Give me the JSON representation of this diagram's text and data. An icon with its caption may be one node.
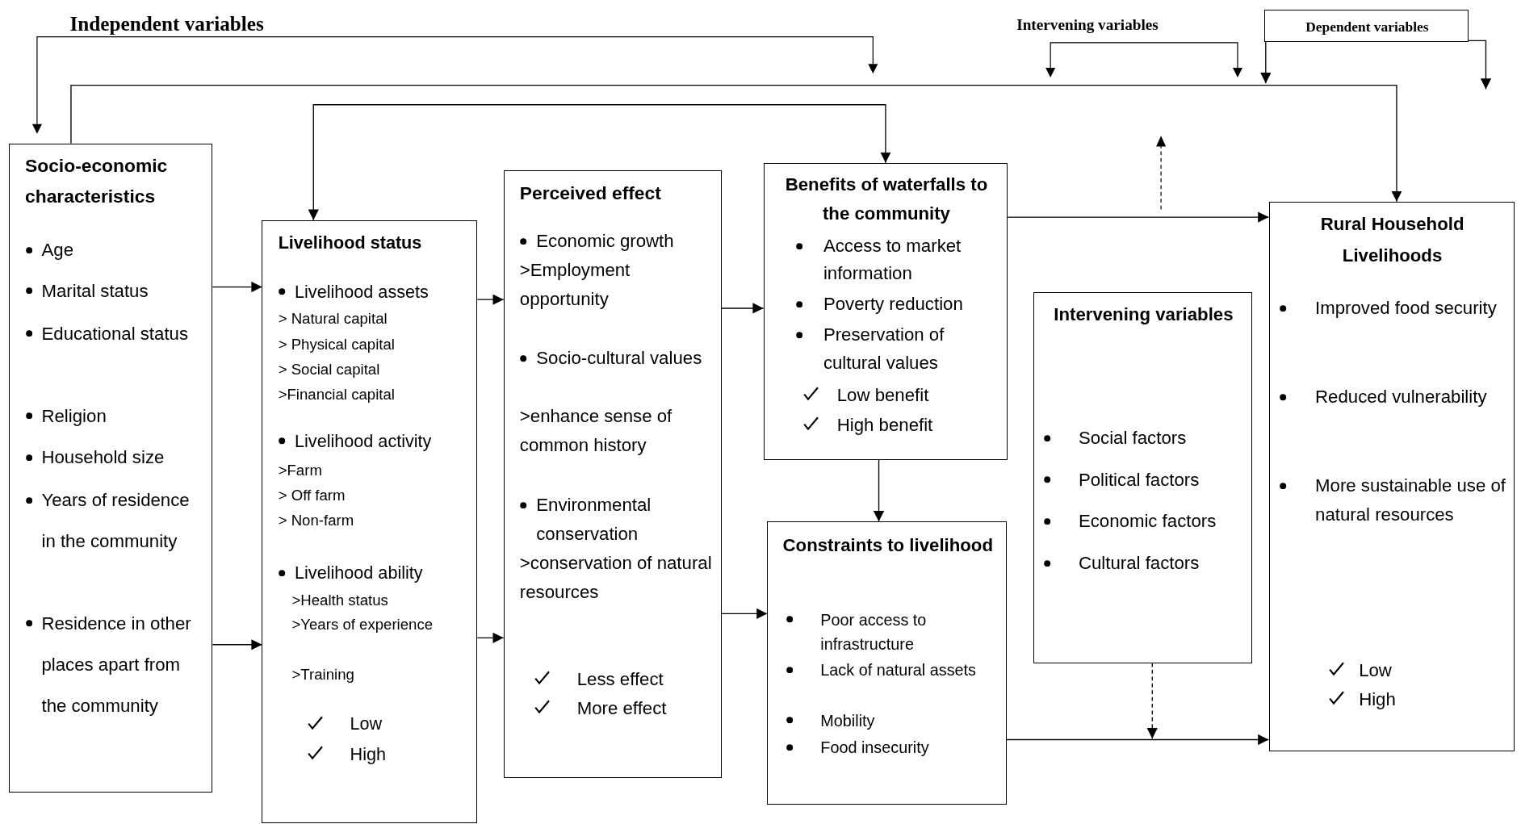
{
  "diagram": {
    "nodes": [
      {
        "text": [
          "Socio-economic characteristics",
          "Age",
          "Marital status",
          "Educational status",
          "Religion",
          "Household size",
          "Years of residence in the community",
          "Residence in other places apart from the community"
        ]
      },
      {
        "text": [
          "Livelihood status",
          "Livelihood assets",
          "> Natural capital",
          "> Physical capital",
          "> Social capital",
          ">Financial capital",
          "Livelihood activity",
          ">Farm",
          "> Off farm",
          "> Non-farm",
          "Livelihood ability",
          ">Health status",
          ">Years of experience",
          ">Training",
          "Low",
          "High"
        ]
      },
      {
        "text": [
          "Perceived effect",
          "Economic growth",
          ">Employment opportunity",
          "Socio-cultural values",
          ">enhance sense of common history",
          "Environmental conservation",
          ">conservation of natural resources",
          "Less effect",
          "More effect"
        ]
      },
      {
        "text": [
          "Benefits of waterfalls to the community",
          "Access to market information",
          "Poverty reduction",
          "Preservation of cultural values",
          "Low benefit",
          "High benefit"
        ]
      },
      {
        "text": [
          "Constraints to livelihood",
          "Poor access to infrastructure",
          "Lack of natural assets",
          "Mobility",
          "Food insecurity"
        ]
      },
      {
        "text": [
          "Intervening variables",
          "Social factors",
          "Political factors",
          "Economic factors",
          "Cultural factors"
        ]
      },
      {
        "text": [
          "Rural Household Livelihoods",
          "Improved food security",
          "Reduced vulnerability",
          "More sustainable use of natural resources",
          "Low",
          "High"
        ]
      },
      {
        "text": [
          "Dependent variables"
        ]
      }
    ],
    "edges": [
      {
        "from": 0,
        "to": 6,
        "arrow": "to"
      },
      {
        "from": 1,
        "to": 3,
        "arrow": "both"
      },
      {
        "from": 0,
        "to": 1,
        "arrow": "to"
      },
      {
        "from": 0,
        "to": 1,
        "arrow": "to"
      },
      {
        "from": 1,
        "to": 2,
        "arrow": "to"
      },
      {
        "from": 1,
        "to": 2,
        "arrow": "to"
      },
      {
        "from": 2,
        "to": 3,
        "arrow": "to"
      },
      {
        "from": 2,
        "to": 4,
        "arrow": "to"
      },
      {
        "from": 3,
        "to": 4,
        "arrow": "to"
      },
      {
        "from": 3,
        "to": 6,
        "arrow": "to"
      },
      {
        "from": 4,
        "to": 6,
        "arrow": "to"
      },
      {
        "from": 5,
        "to": null,
        "arrow": "to",
        "style": "dashed"
      },
      {
        "from": 7,
        "to": null,
        "arrow": "to"
      },
      {
        "from": 7,
        "to": null,
        "arrow": "to"
      }
    ],
    "labels": [
      "Independent variables",
      "Intervening variables"
    ]
  }
}
